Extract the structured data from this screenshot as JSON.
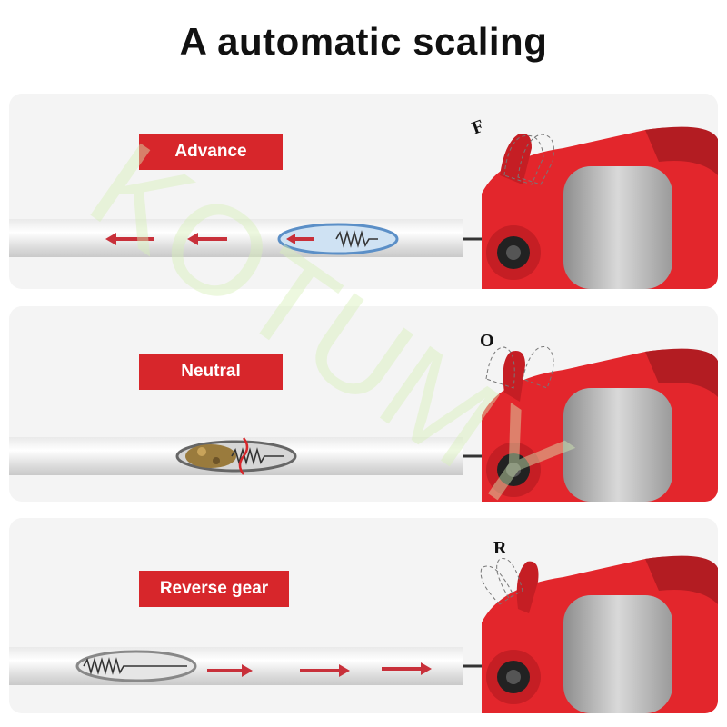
{
  "title": "A automatic scaling",
  "watermark": "KOTUMY",
  "modes": [
    {
      "label": "Advance",
      "gear": "F",
      "lever": "forward"
    },
    {
      "label": "Neutral",
      "gear": "O",
      "lever": "middle"
    },
    {
      "label": "Reverse gear",
      "gear": "R",
      "lever": "back"
    }
  ],
  "colors": {
    "accent": "#d7262b",
    "arrow": "#c8303a",
    "panel": "#f4f4f4"
  }
}
